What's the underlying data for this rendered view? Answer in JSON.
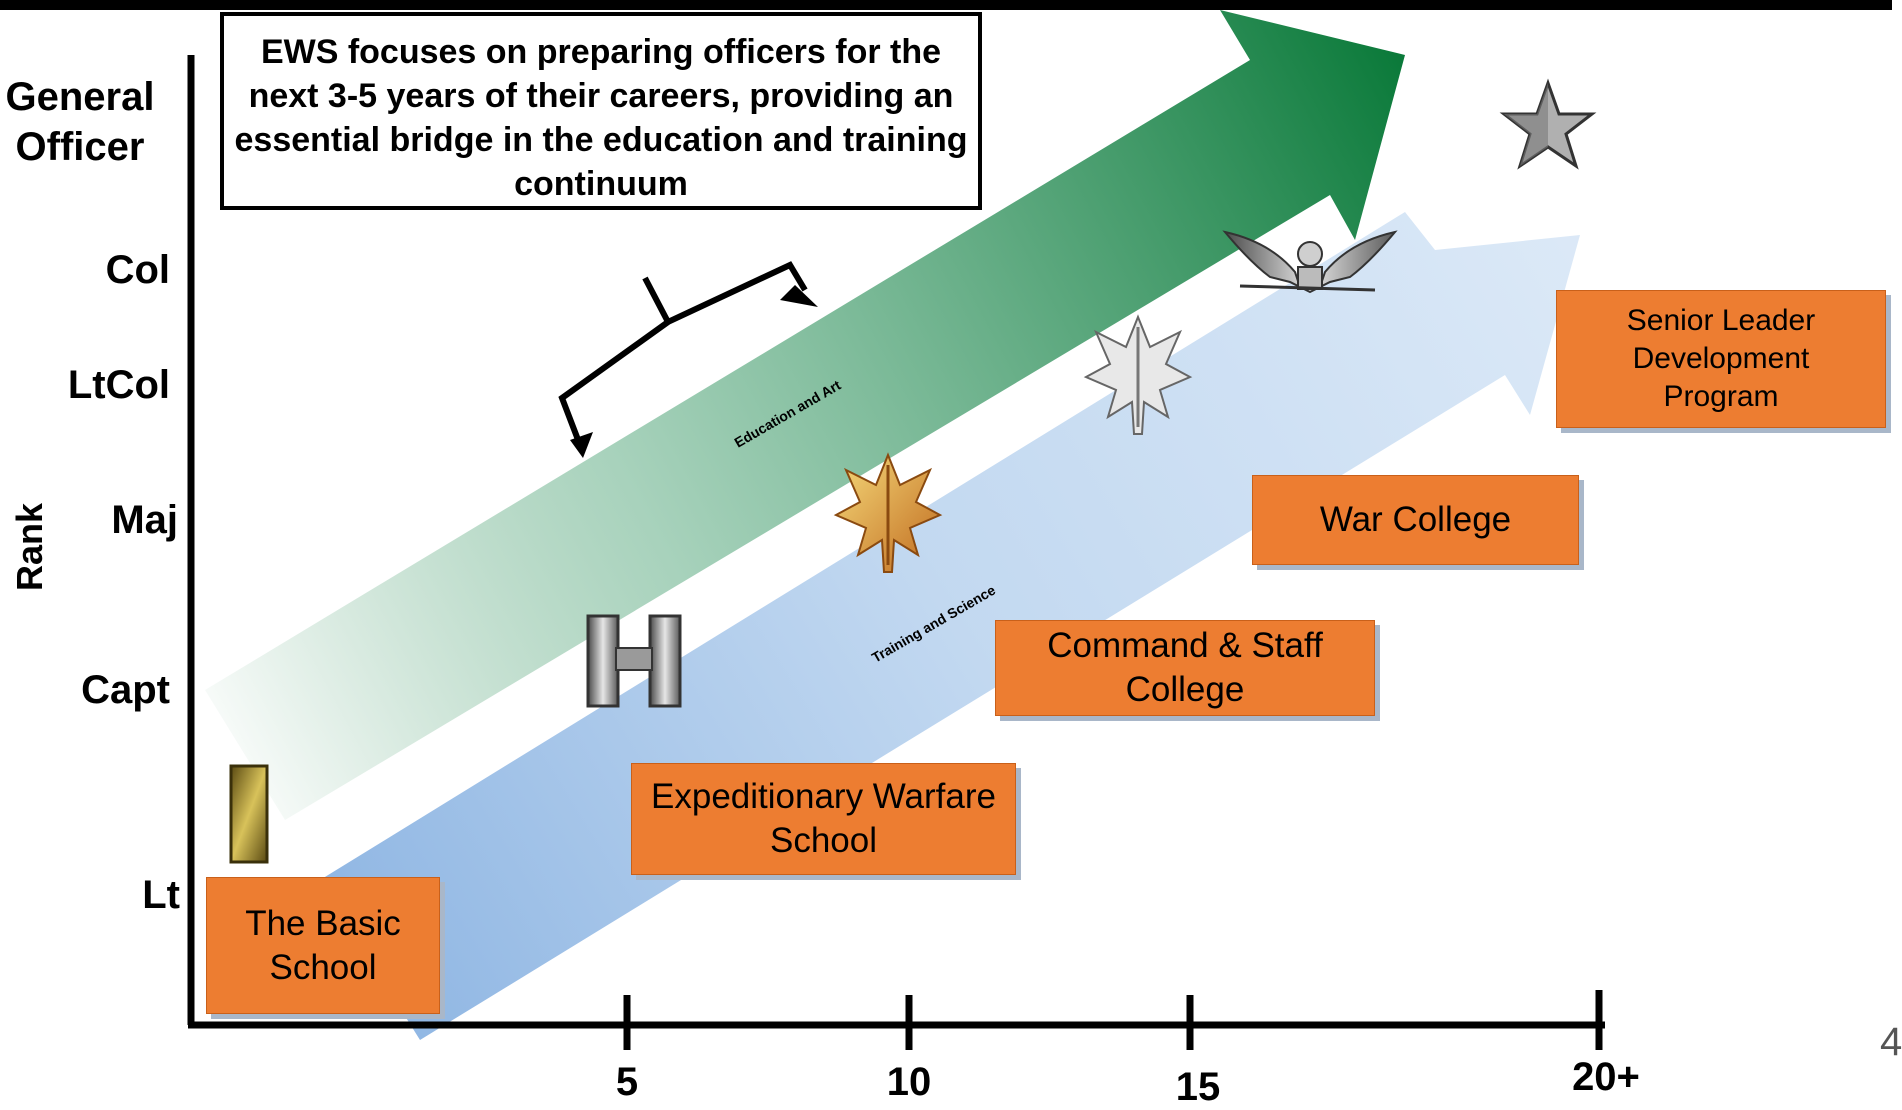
{
  "callout_text": "EWS focuses on preparing officers for the next 3-5 years of their careers, providing an essential bridge in the education and training continuum",
  "axis": {
    "y_title": "Rank",
    "ranks": [
      "General Officer",
      "Col",
      "LtCol",
      "Maj",
      "Capt",
      "Lt"
    ],
    "x_ticks": [
      "5",
      "10",
      "15",
      "20+"
    ]
  },
  "arrows": {
    "green_label": "Education and Art",
    "blue_label": "Training and Science"
  },
  "schools": {
    "basic": "The Basic School",
    "ews": "Expeditionary Warfare School",
    "csc": "Command & Staff College",
    "war": "War College",
    "sldp": "Senior Leader Development Program"
  },
  "insignia": [
    "second-lieutenant-bar-icon",
    "captain-bars-icon",
    "major-oak-leaf-icon",
    "lieutenant-colonel-oak-leaf-icon",
    "colonel-eagle-icon",
    "general-star-icon"
  ],
  "colors": {
    "green_arrow": "#0b7a3a",
    "blue_arrow": "#8fb6e3",
    "school_box": "#ed7d31"
  },
  "page_number": "4"
}
